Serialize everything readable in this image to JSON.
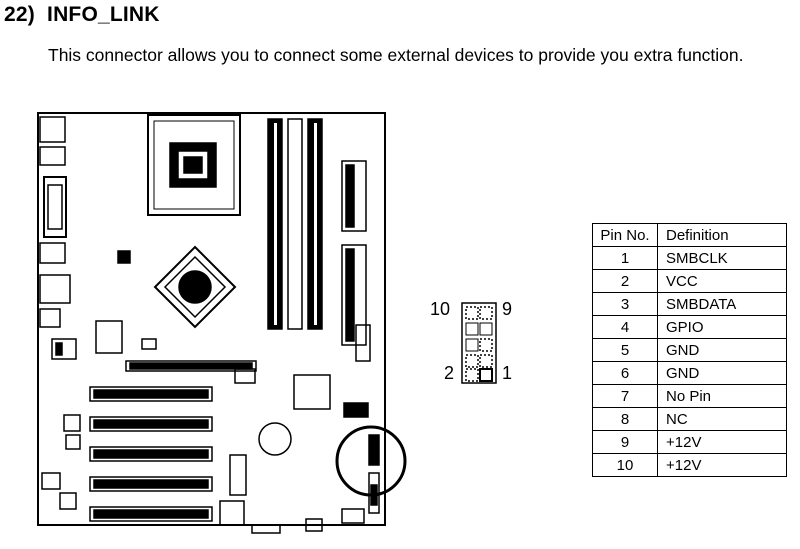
{
  "heading": {
    "number": "22)",
    "title": "INFO_LINK"
  },
  "description": "This connector allows you to connect some external devices to provide you extra function.",
  "connector": {
    "label_top_left": "10",
    "label_top_right": "9",
    "label_bottom_left": "2",
    "label_bottom_right": "1"
  },
  "table": {
    "headers": [
      "Pin No.",
      "Definition"
    ],
    "rows": [
      {
        "pin": "1",
        "def": "SMBCLK"
      },
      {
        "pin": "2",
        "def": "VCC"
      },
      {
        "pin": "3",
        "def": "SMBDATA"
      },
      {
        "pin": "4",
        "def": "GPIO"
      },
      {
        "pin": "5",
        "def": "GND"
      },
      {
        "pin": "6",
        "def": "GND"
      },
      {
        "pin": "7",
        "def": "No Pin"
      },
      {
        "pin": "8",
        "def": "NC"
      },
      {
        "pin": "9",
        "def": "+12V"
      },
      {
        "pin": "10",
        "def": "+12V"
      }
    ]
  }
}
